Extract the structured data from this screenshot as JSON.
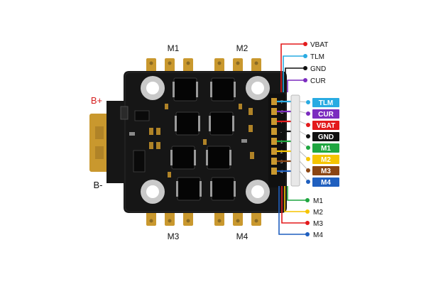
{
  "motors": {
    "top_left": "M1",
    "top_right": "M2",
    "bottom_left": "M3",
    "bottom_right": "M4"
  },
  "battery": {
    "positive": "B+",
    "negative": "B-",
    "positive_color": "#d62020",
    "negative_color": "#111111"
  },
  "connector_pins": [
    {
      "label": "TLM",
      "color": "#29abe2"
    },
    {
      "label": "CUR",
      "color": "#7b2cbf"
    },
    {
      "label": "VBAT",
      "color": "#e31a1c"
    },
    {
      "label": "GND",
      "color": "#111111"
    },
    {
      "label": "M1",
      "color": "#1fa640"
    },
    {
      "label": "M2",
      "color": "#f5c400"
    },
    {
      "label": "M3",
      "color": "#8b4513"
    },
    {
      "label": "M4",
      "color": "#1f5fbf"
    }
  ],
  "top_wires": [
    {
      "label": "VBAT",
      "color": "#e31a1c"
    },
    {
      "label": "TLM",
      "color": "#29abe2"
    },
    {
      "label": "GND",
      "color": "#111111"
    },
    {
      "label": "CUR",
      "color": "#7b2cbf"
    }
  ],
  "bottom_wires": [
    {
      "label": "M1",
      "color": "#1fa640"
    },
    {
      "label": "M2",
      "color": "#f5c400"
    },
    {
      "label": "M3",
      "color": "#e31a1c"
    },
    {
      "label": "M4",
      "color": "#1f5fbf"
    }
  ],
  "pad_numbers": [
    "T",
    "C",
    "+",
    "-",
    "1",
    "2",
    "3",
    "4"
  ]
}
